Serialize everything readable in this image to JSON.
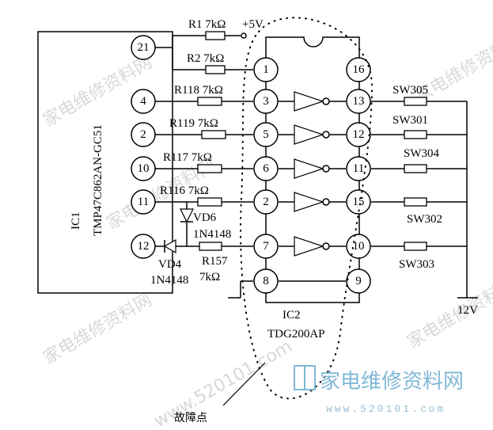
{
  "ic1": {
    "name": "IC1",
    "model": "TMP47C862AN-GC51"
  },
  "ic2": {
    "name": "IC2",
    "model": "TDG200AP"
  },
  "ic1_pins": [
    "21",
    "4",
    "2",
    "10",
    "11",
    "12"
  ],
  "ic2_left_pins": [
    "1",
    "3",
    "5",
    "6",
    "2",
    "7",
    "8"
  ],
  "ic2_right_pins": [
    "16",
    "13",
    "12",
    "11",
    "15",
    "10",
    "9"
  ],
  "resistors": {
    "r1": "R1 7kΩ",
    "r1_supply": "+5V",
    "r2": "R2 7kΩ",
    "r118": "R118 7kΩ",
    "r119": "R119 7kΩ",
    "r117": "R117  7kΩ",
    "r116": "R116  7kΩ",
    "r157_name": "R157",
    "r157_value": "7kΩ"
  },
  "diodes": {
    "vd6": "VD6",
    "vd4": "VD4",
    "vd4_part": "1N4148",
    "vd6_part": "1N4148"
  },
  "switches": [
    "SW305",
    "SW301",
    "SW304",
    "SW302",
    "SW303"
  ],
  "supply": "12V",
  "fault_label": "故障点",
  "watermark": {
    "text": "家电维修资料网",
    "logo_text": "家电维修资料网",
    "url": "www.520101.com"
  },
  "colors": {
    "line": "#000000",
    "logo": "#7fb8d6",
    "watermark": "#d8d8d8"
  }
}
